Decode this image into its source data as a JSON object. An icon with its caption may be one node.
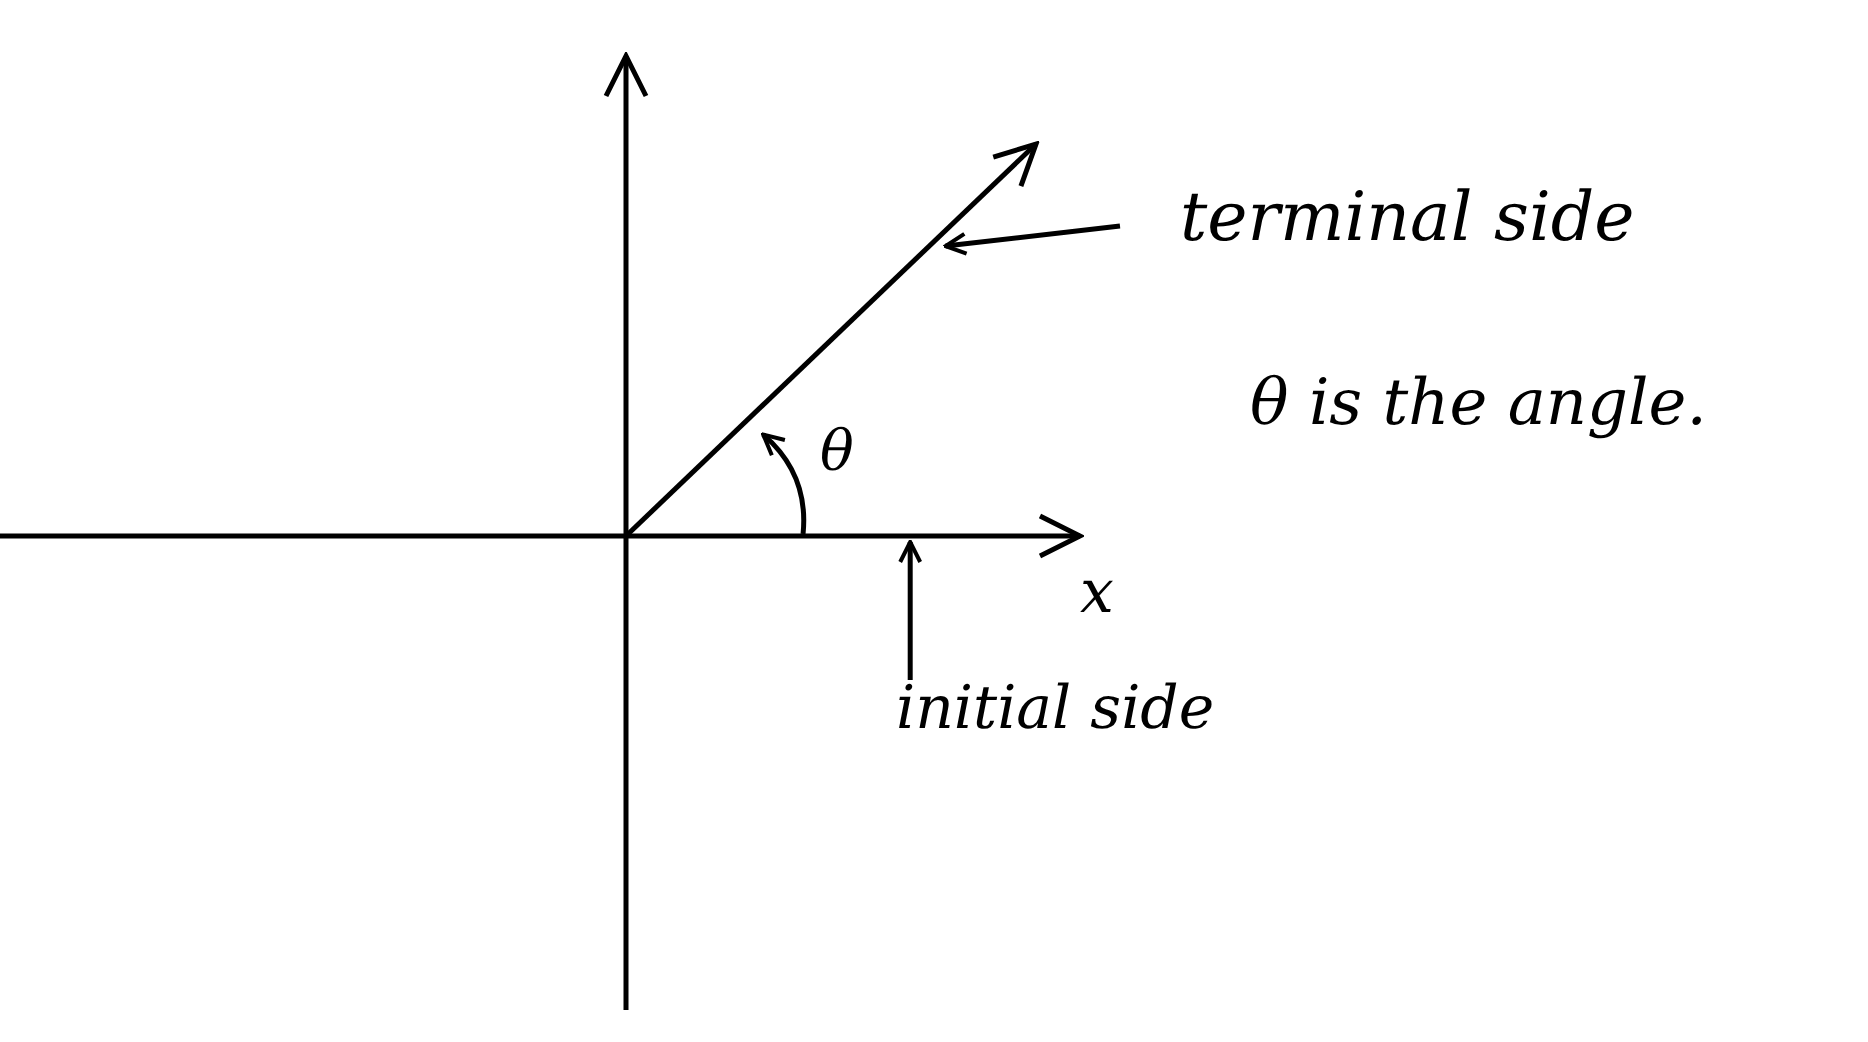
{
  "diagram": {
    "nodes": [
      {
        "text": [
          "terminal side"
        ]
      },
      {
        "text": [
          "initial side"
        ]
      },
      {
        "text": [],
        "shape": "line"
      },
      {
        "text": [],
        "shape": "line"
      }
    ],
    "edges": [
      {
        "from": 0,
        "to": 2,
        "arrow": "to"
      },
      {
        "from": 1,
        "to": 3,
        "arrow": "to"
      },
      {
        "from": 3,
        "to": 2,
        "arrow": "to"
      }
    ],
    "labels": [
      "θ",
      "θ is the angle.",
      "x"
    ]
  }
}
